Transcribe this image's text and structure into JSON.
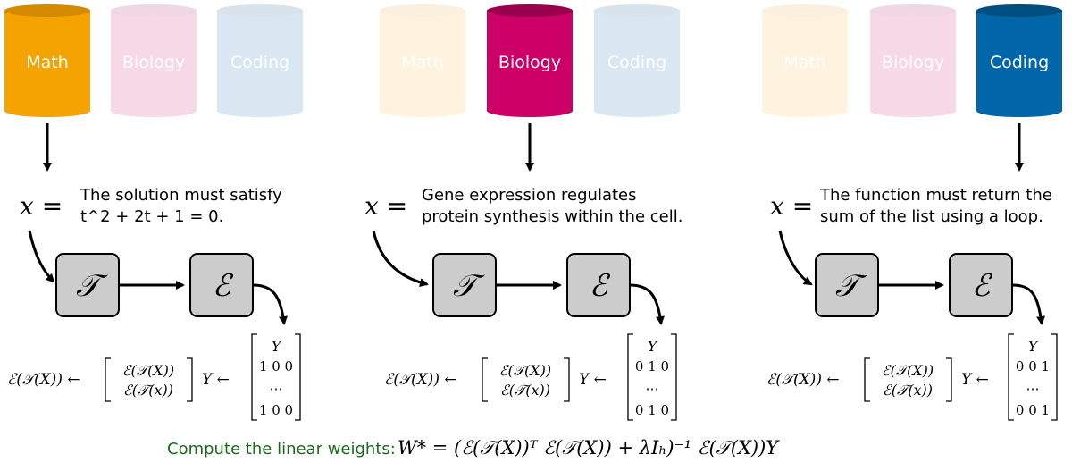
{
  "colors": {
    "math": "#f5a300",
    "biology": "#cc0066",
    "coding": "#0066aa",
    "box_fill": "#cccccc",
    "green_text": "#1a6a1a"
  },
  "panels": [
    {
      "cyl_labels": [
        "Math",
        "Biology",
        "Coding"
      ],
      "active_index": 0,
      "x_symbol": "x =",
      "sentence": [
        "The solution must satisfy",
        "t^2 + 2t + 1 = 0."
      ],
      "encoder_symbol": "𝒯",
      "embed_symbol": "ℰ",
      "embed_eq": "ℰ(𝒯(X)) ←",
      "matrix_top": "ℰ(𝒯(X))",
      "matrix_bottom": "ℰ(𝒯(x))",
      "y_arrow": "Y ←",
      "y_header": "Y",
      "y_row1": "1 0 0",
      "y_dots": "⋯",
      "y_row_last": "1 0 0"
    },
    {
      "cyl_labels": [
        "Math",
        "Biology",
        "Coding"
      ],
      "active_index": 1,
      "x_symbol": "x =",
      "sentence": [
        "Gene expression regulates",
        "protein synthesis within the cell."
      ],
      "encoder_symbol": "𝒯",
      "embed_symbol": "ℰ",
      "embed_eq": "ℰ(𝒯(X)) ←",
      "matrix_top": "ℰ(𝒯(X))",
      "matrix_bottom": "ℰ(𝒯(x))",
      "y_arrow": "Y ←",
      "y_header": "Y",
      "y_row1": "0 1 0",
      "y_dots": "⋯",
      "y_row_last": "0 1 0"
    },
    {
      "cyl_labels": [
        "Math",
        "Biology",
        "Coding"
      ],
      "active_index": 2,
      "x_symbol": "x =",
      "sentence": [
        "The function must return the",
        "sum of the list using a loop."
      ],
      "encoder_symbol": "𝒯",
      "embed_symbol": "ℰ",
      "embed_eq": "ℰ(𝒯(X)) ←",
      "matrix_top": "ℰ(𝒯(X))",
      "matrix_bottom": "ℰ(𝒯(x))",
      "y_arrow": "Y ←",
      "y_header": "Y",
      "y_row1": "0 0 1",
      "y_dots": "⋯",
      "y_row_last": "0 0 1"
    }
  ],
  "bottom": {
    "lead": "Compute the linear weights:",
    "formula": "W* = (ℰ(𝒯(X))ᵀ ℰ(𝒯(X)) + λIₕ)⁻¹ ℰ(𝒯(X))Y"
  }
}
